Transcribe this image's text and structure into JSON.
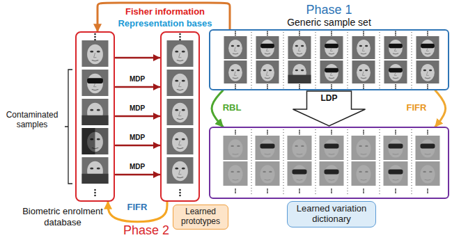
{
  "diagram": {
    "nodes": [
      {
        "text": [
          "Biometric enrolment database"
        ]
      },
      {
        "text": [
          "Learned prototypes"
        ]
      },
      {
        "text": [
          "Phase 1",
          "Generic sample set"
        ]
      },
      {
        "text": [
          "Learned variation dictionary"
        ]
      }
    ],
    "edges": [
      {
        "from": 2,
        "to": 0,
        "label": "Fisher information",
        "arrow": "to"
      },
      {
        "from": 0,
        "to": 1,
        "arrow": "to"
      },
      {
        "from": 0,
        "to": 1,
        "label": "MDP",
        "arrow": "to"
      },
      {
        "from": 0,
        "to": 1,
        "label": "MDP",
        "arrow": "to"
      },
      {
        "from": 0,
        "to": 1,
        "label": "MDP",
        "arrow": "to"
      },
      {
        "from": 0,
        "to": 1,
        "label": "MDP",
        "arrow": "to"
      },
      {
        "from": 2,
        "to": 3,
        "label": "RBL",
        "arrow": "to"
      },
      {
        "from": 2,
        "to": 3,
        "label": "LDP",
        "arrow": "to"
      },
      {
        "from": 2,
        "to": 3,
        "label": "FIFR",
        "arrow": "to"
      },
      {
        "from": 1,
        "to": 0,
        "label": "FIFR",
        "arrow": "to"
      }
    ],
    "labels": [
      "Representation bases",
      "Contaminated samples",
      "Phase 2"
    ]
  }
}
